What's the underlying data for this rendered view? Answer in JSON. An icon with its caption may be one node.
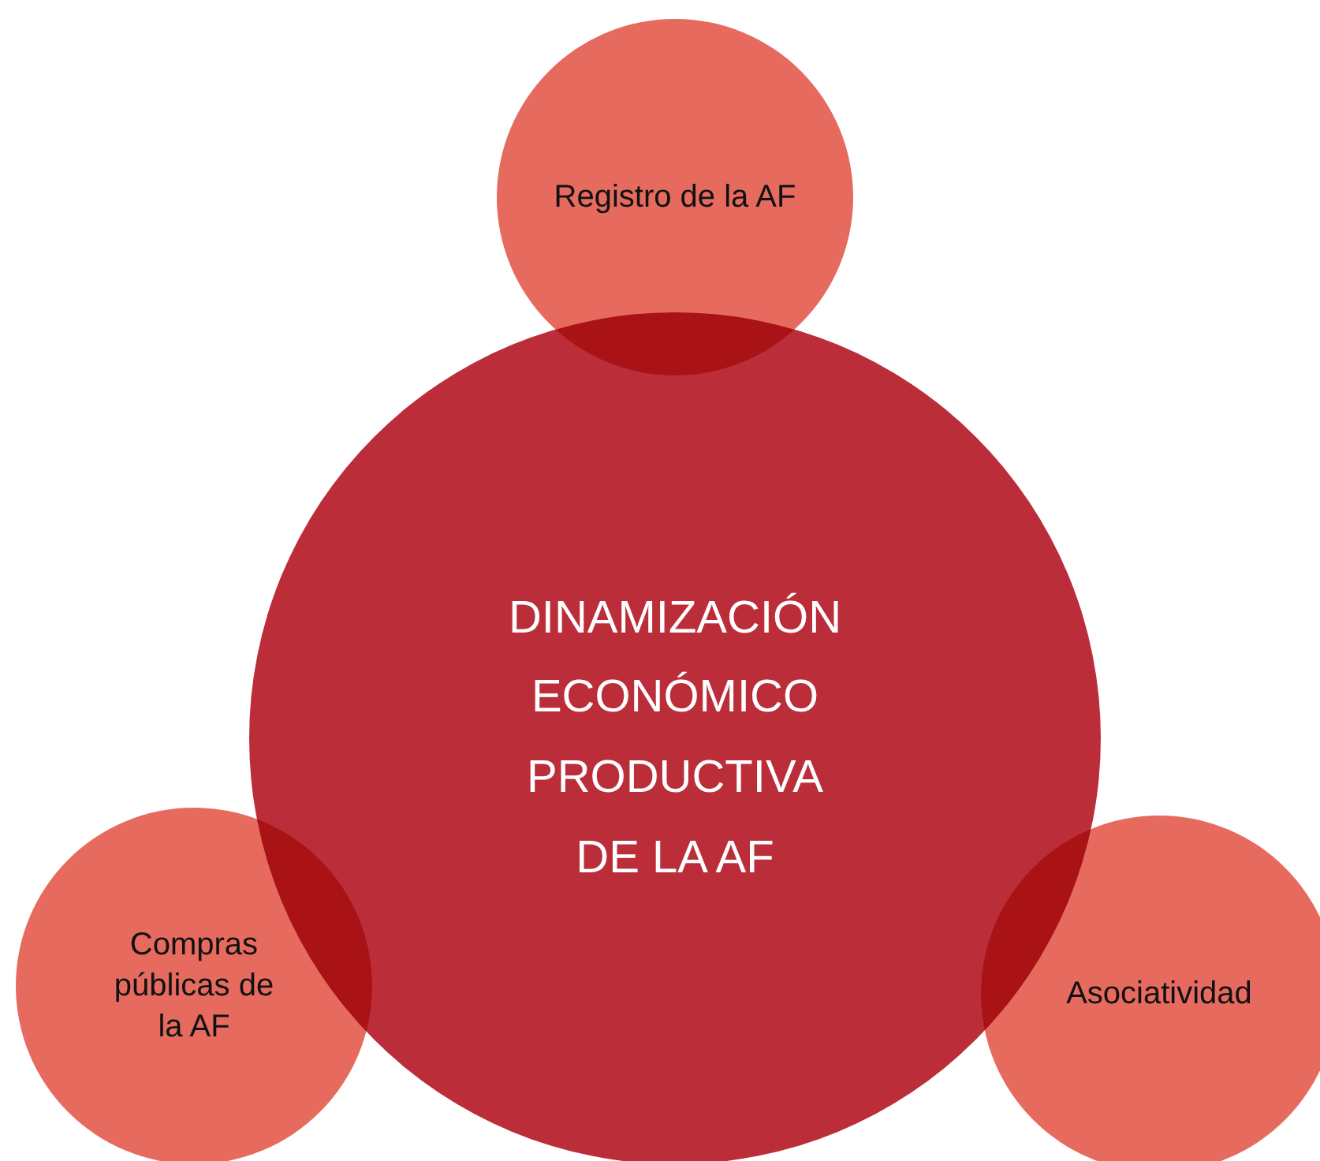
{
  "diagram": {
    "nodes": [
      {
        "text": [
          "Registro de la AF"
        ]
      },
      {
        "text": [
          "DINAMIZACIÓN ECONÓMICO PRODUCTIVA DE LA AF"
        ]
      },
      {
        "text": [
          "Compras públicas de la AF"
        ]
      },
      {
        "text": [
          "Asociatividad"
        ]
      }
    ]
  }
}
